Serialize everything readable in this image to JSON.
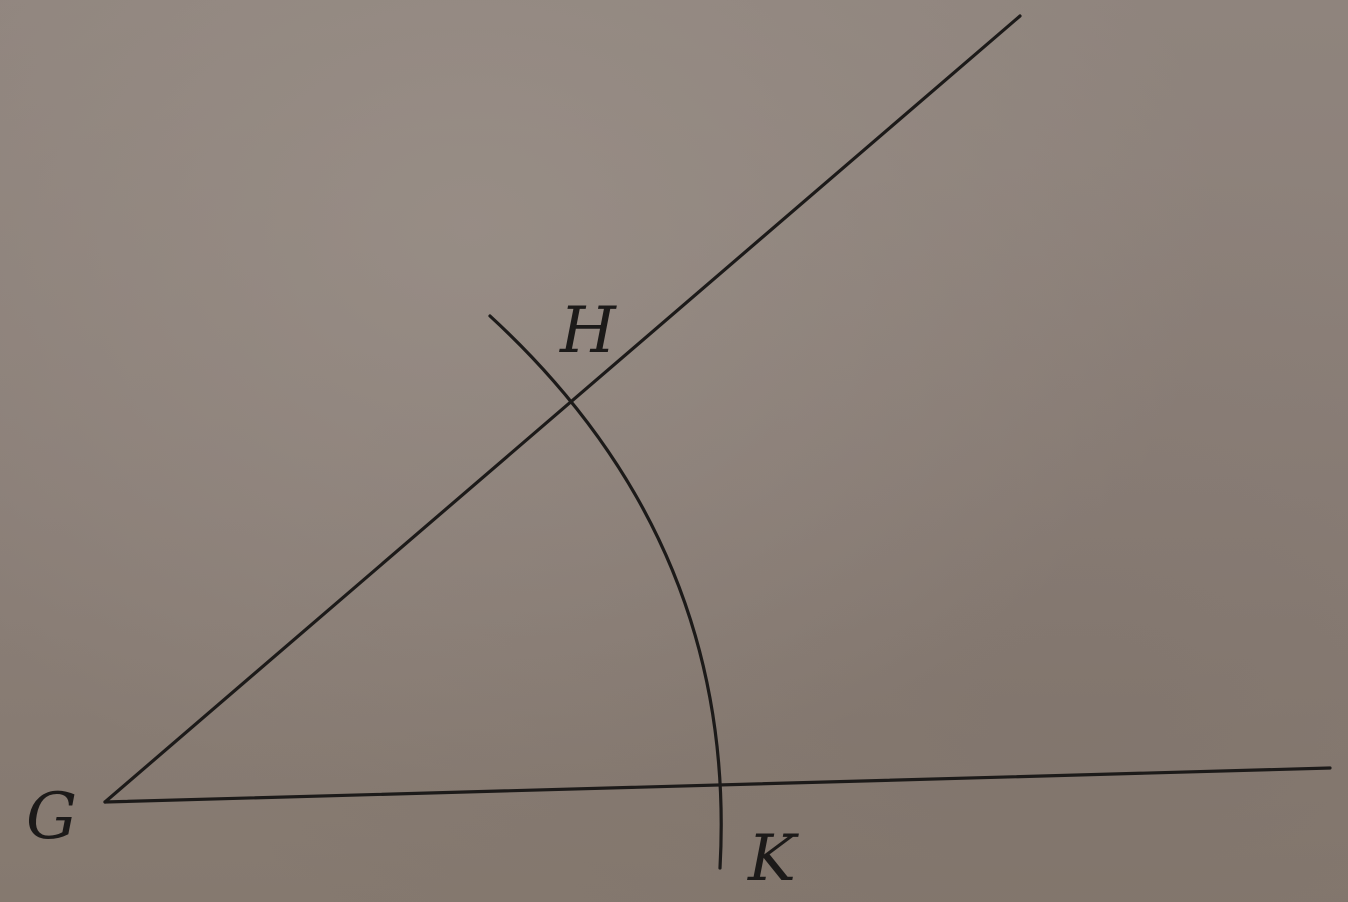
{
  "diagram": {
    "points": {
      "g": "G",
      "h": "H",
      "k": "K"
    },
    "ink_color": "#1c1a19",
    "paper_color": "#8c8079"
  }
}
